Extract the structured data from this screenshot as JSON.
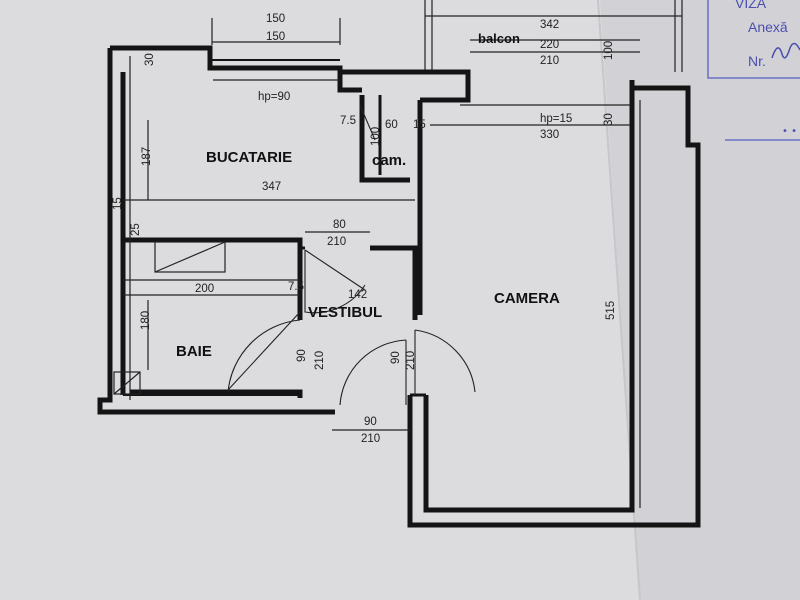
{
  "rooms": {
    "kitchen": "BUCATARIE",
    "pantry": "cam.",
    "hall": "VESTIBUL",
    "bath": "BAIE",
    "room": "CAMERA",
    "balcony": "balcon"
  },
  "dimensions": {
    "top_window_a": "150",
    "top_window_b": "150",
    "balcony_342": "342",
    "balcony_220": "220",
    "balcony_210": "210",
    "balcony_100": "100",
    "hp_90": "hp=90",
    "hp_15": "hp=15",
    "w_330": "330",
    "v_30_top_left": "30",
    "v_30_right": "30",
    "d_7_5": "7.5",
    "d_100": "100",
    "d_60": "60",
    "d_15_mid": "15",
    "d_187": "187",
    "w_347": "347",
    "d_15_left": "15",
    "d_25": "25",
    "door_80": "80",
    "door_210_a": "210",
    "d_200": "200",
    "d_7_5_b": "7.5",
    "d_142": "142",
    "d_180": "180",
    "d_515": "515",
    "door_90_a": "90",
    "door_210_b": "210",
    "door_90_b": "90",
    "door_210_c": "210",
    "door_90_c": "90",
    "door_210_d": "210"
  },
  "stamp": {
    "line1": "VIZA",
    "line2": "Anexă",
    "line3": "Nr."
  }
}
